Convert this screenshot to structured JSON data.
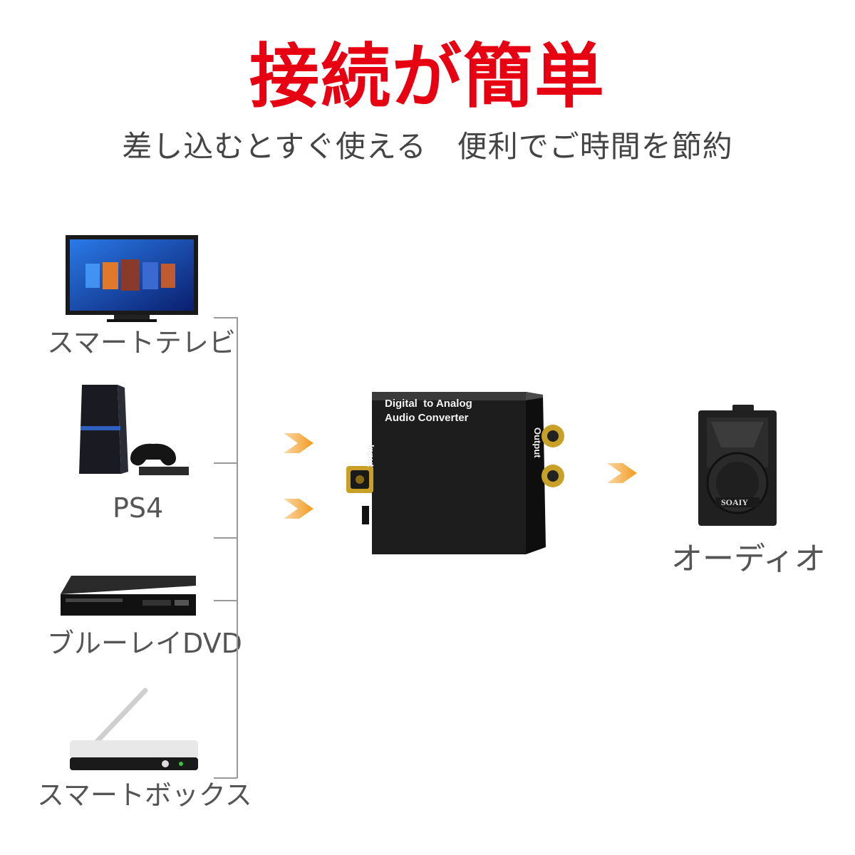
{
  "header": {
    "title": "接続が簡単",
    "subtitle": "差し込むとすぐ使える　便利でご時間を節約"
  },
  "devices": [
    {
      "label": "スマートテレビ",
      "icon": "smart-tv-icon"
    },
    {
      "label": "PS4",
      "icon": "game-console-icon"
    },
    {
      "label": "ブルーレイDVD",
      "icon": "dvd-player-icon"
    },
    {
      "label": "スマートボックス",
      "icon": "set-top-box-icon"
    }
  ],
  "converter": {
    "line1": "Digital  to Analog",
    "line2": "Audio Converter",
    "input_label": "Input",
    "output_label": "Output"
  },
  "output_device": {
    "label": "オーディオ",
    "brand": "SOAIY",
    "icon": "speaker-icon"
  },
  "colors": {
    "title": "#e60012",
    "arrow": "#f39a1e",
    "bracket": "#999999"
  }
}
